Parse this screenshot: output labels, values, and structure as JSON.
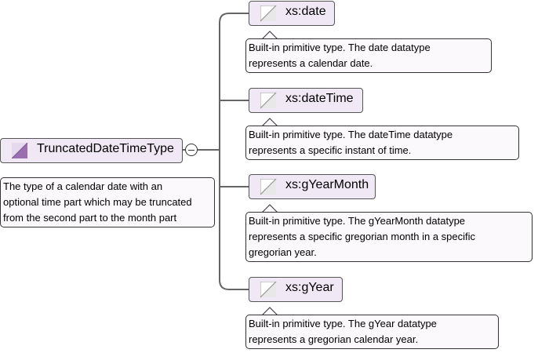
{
  "root": {
    "label": "TruncatedDateTimeType",
    "doc": [
      "The type of a calendar date with an",
      "optional time part which may be truncated",
      "from the second part to the month part"
    ]
  },
  "children": [
    {
      "label": "xs:date",
      "doc": [
        "Built-in primitive type. The date datatype",
        "represents a calendar date."
      ]
    },
    {
      "label": "xs:dateTime",
      "doc": [
        "Built-in primitive type. The dateTime datatype",
        "represents a specific instant of time."
      ]
    },
    {
      "label": "xs:gYearMonth",
      "doc": [
        "Built-in primitive type. The gYearMonth datatype",
        "represents a specific gregorian month in a specific",
        "gregorian year."
      ]
    },
    {
      "label": "xs:gYear",
      "doc": [
        "Built-in primitive type. The gYear datatype",
        "represents a gregorian calendar year."
      ]
    }
  ],
  "colors": {
    "box_fill": "#f0e8f4",
    "border": "#555555",
    "connector": "#666666",
    "root_icon": "#9a6fb0"
  }
}
